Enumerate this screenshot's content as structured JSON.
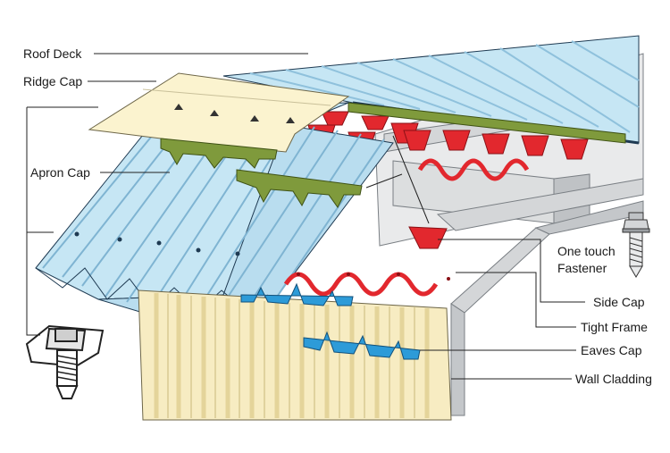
{
  "labels": {
    "roof_deck": "Roof Deck",
    "ridge_cap": "Ridge Cap",
    "apron_cap": "Apron Cap",
    "one_touch_line1": "One touch",
    "one_touch_line2": "Fastener",
    "side_cap": "Side Cap",
    "tight_frame": "Tight Frame",
    "eaves_cap": "Eaves Cap",
    "wall_cladding": "Wall Cladding"
  },
  "colors": {
    "roof_panel": "#c6e6f4",
    "roof_panel_shade": "#9ccbe3",
    "ridge_cap": "#fbf3cf",
    "apron_cap": "#7f9a3c",
    "side_cap_red": "#e2282e",
    "eaves_cap_blue": "#2d9bd8",
    "wall_cladding": "#f7ecc2",
    "wall_cladding_shade": "#e4d49a",
    "frame_grey": "#d4d6d8",
    "outline": "#1e3a52"
  },
  "icons": [
    "fastener-bolt-icon",
    "fastener-closeup-icon"
  ]
}
